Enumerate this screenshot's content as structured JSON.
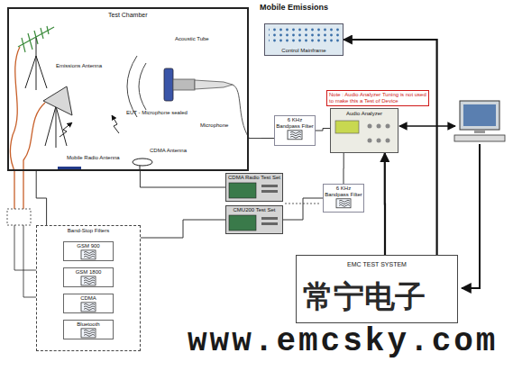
{
  "diagram": {
    "title": "Mobile Emissions",
    "nodes": [
      {
        "text": [
          "Test Chamber"
        ]
      },
      {
        "text": [
          "Control Mainframe"
        ]
      },
      {
        "text": [
          "Audio Analyzer"
        ]
      },
      {
        "text": [
          "6 KHz Bandpass Filter"
        ]
      },
      {
        "text": [
          "CDMA Radio Test Set"
        ]
      },
      {
        "text": [
          "CMU200 Test Set"
        ]
      },
      {
        "text": [
          "6 KHz Bandpass Filter"
        ]
      },
      {
        "text": [
          "EMC TEST SYSTEM"
        ]
      },
      {
        "text": [
          "Band-Stop Filters"
        ]
      },
      {
        "text": [
          "GSM 900"
        ],
        "in": 8
      },
      {
        "text": [
          "GSM 1800"
        ],
        "in": 8
      },
      {
        "text": [
          "CDMA"
        ],
        "in": 8
      },
      {
        "text": [
          "Bluetooth"
        ],
        "in": 8
      }
    ],
    "edges": [
      {
        "from": 0,
        "to": 3,
        "arrow": "none"
      },
      {
        "from": 3,
        "to": 2,
        "arrow": "none"
      },
      {
        "from": 0,
        "to": 4,
        "arrow": "none"
      },
      {
        "from": 5,
        "to": 6,
        "arrow": "none"
      },
      {
        "from": 6,
        "to": 2,
        "arrow": "none"
      },
      {
        "from": 7,
        "to": 1,
        "arrow": "to"
      },
      {
        "from": 7,
        "to": 2,
        "arrow": "to"
      },
      {
        "from": 0,
        "to": 8,
        "arrow": "none"
      },
      {
        "from": 8,
        "to": 5,
        "arrow": "none"
      }
    ],
    "labels": [
      "Emissions Antenna",
      "Acoustic Tube",
      "EUT - Microphone sealed",
      "Microphone",
      "Mobile Radio Antenna",
      "CDMA Antenna",
      "Note : Audio Analyzer Tuning is not used to make this a Test of Device",
      "常宁电子",
      "www.emcsky.com"
    ]
  }
}
